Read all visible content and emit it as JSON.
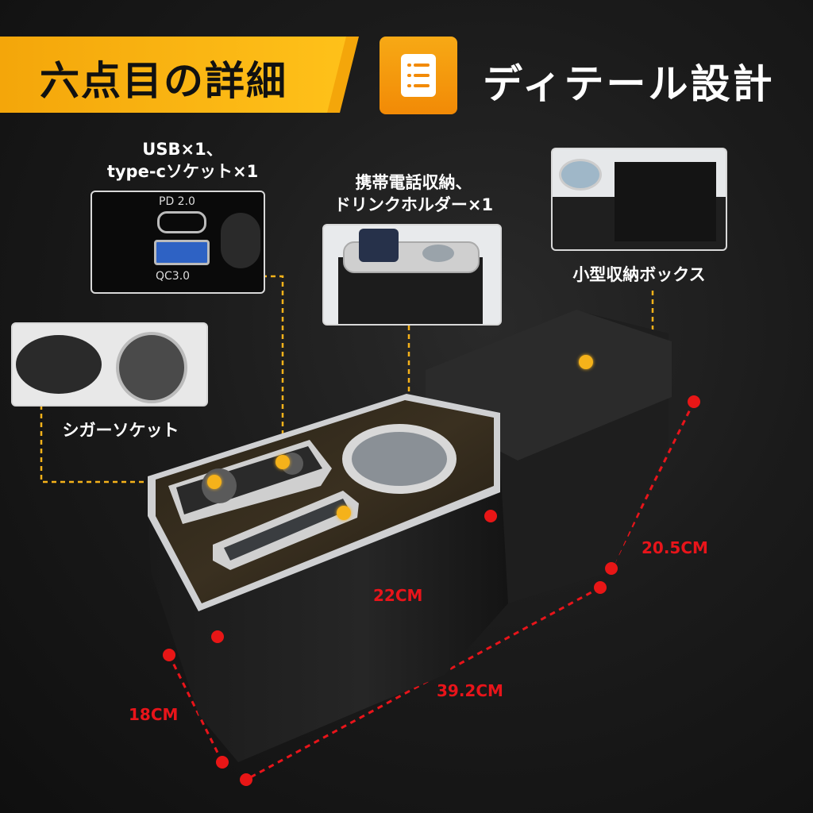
{
  "header": {
    "title": "六点目の詳細",
    "subtitle": "ディテール設計"
  },
  "callouts": {
    "usb": {
      "line1": "USB×1、",
      "line2": "type-cソケット×1"
    },
    "usb_photo": {
      "pd": "PD 2.0",
      "qc": "QC3.0"
    },
    "phone": {
      "line1": "携帯電話収納、",
      "line2": "ドリンクホルダー×1"
    },
    "box": "小型収納ボックス",
    "cigar": "シガーソケット"
  },
  "dimensions": {
    "width": "22CM",
    "depth": "39.2CM",
    "height_back": "20.5CM",
    "height_front": "18CM"
  },
  "colors": {
    "accent": "#f5b21a",
    "dimension": "#e8141a"
  }
}
